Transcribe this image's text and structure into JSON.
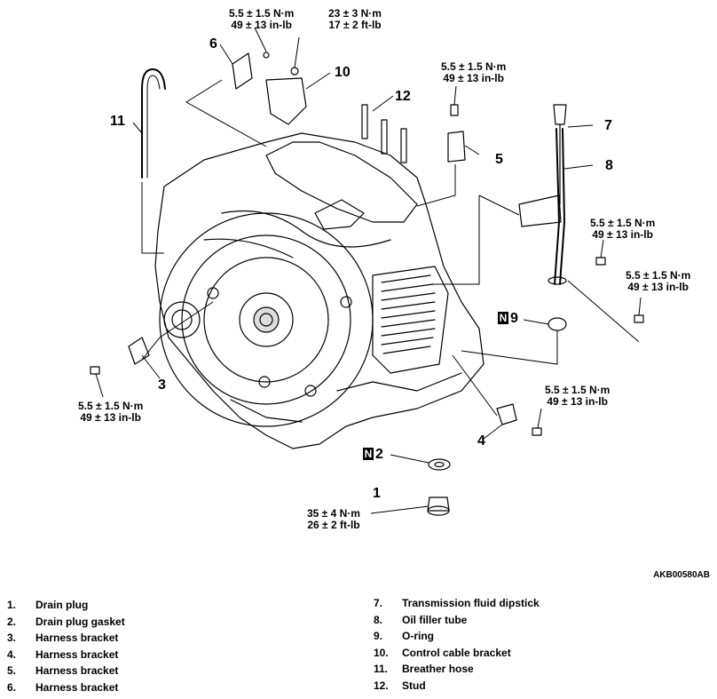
{
  "figure_code": "AKB00580AB",
  "callouts": {
    "c1": "1",
    "c2": "2",
    "c3": "3",
    "c4": "4",
    "c5": "5",
    "c6": "6",
    "c7": "7",
    "c8": "8",
    "c9": "9",
    "c10": "10",
    "c11": "11",
    "c12": "12"
  },
  "n_marker": "N",
  "torques": {
    "t6": [
      "5.5 ± 1.5 N·m",
      "49 ± 13 in-lb"
    ],
    "t10": [
      "23 ± 3 N·m",
      "17 ± 2 ft-lb"
    ],
    "t12": [
      "5.5 ± 1.5 N·m",
      "49 ± 13 in-lb"
    ],
    "t8a": [
      "5.5 ± 1.5 N·m",
      "49 ± 13 in-lb"
    ],
    "t8b": [
      "5.5 ± 1.5 N·m",
      "49 ± 13 in-lb"
    ],
    "t3": [
      "5.5 ± 1.5 N·m",
      "49 ± 13 in-lb"
    ],
    "t4": [
      "5.5 ± 1.5 N·m",
      "49 ± 13 in-lb"
    ],
    "t1": [
      "35 ± 4 N·m",
      "26 ± 2 ft-lb"
    ]
  },
  "legend_left": [
    {
      "num": "1.",
      "label": "Drain plug"
    },
    {
      "num": "2.",
      "label": "Drain plug gasket"
    },
    {
      "num": "3.",
      "label": "Harness bracket"
    },
    {
      "num": "4.",
      "label": "Harness bracket"
    },
    {
      "num": "5.",
      "label": "Harness bracket"
    },
    {
      "num": "6.",
      "label": "Harness bracket"
    }
  ],
  "legend_right": [
    {
      "num": "7.",
      "label": "Transmission fluid dipstick"
    },
    {
      "num": "8.",
      "label": "Oil filler tube"
    },
    {
      "num": "9.",
      "label": "O-ring"
    },
    {
      "num": "10.",
      "label": "Control cable bracket"
    },
    {
      "num": "11.",
      "label": "Breather hose"
    },
    {
      "num": "12.",
      "label": "Stud"
    }
  ]
}
